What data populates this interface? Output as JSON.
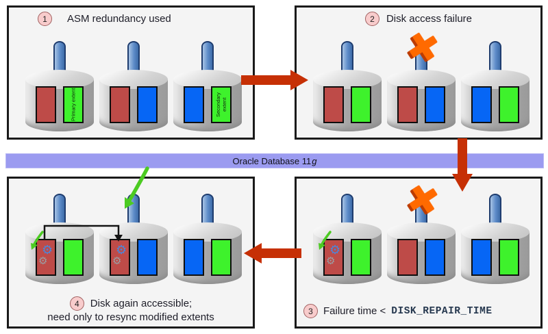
{
  "colors": {
    "panel_bg": "#f4f4f4",
    "banner_bg": "#9b9bf0",
    "arrow_red": "#c63005",
    "extent_red": "#be4b48",
    "extent_green": "#3ef22c",
    "extent_blue": "#0666f5",
    "x_orange": "#ff6a00",
    "x_shadow": "#bc3b00",
    "badge_pink": "#f8cccc",
    "green_arrow": "#4ccb22",
    "gear_blue": "#4c86d9",
    "gear_gray": "#9a9fa4"
  },
  "banner": {
    "label_prefix": "Oracle Database 11",
    "label_italic": "g"
  },
  "panels": [
    {
      "badge": "1",
      "caption": "ASM redundancy  used",
      "disks": [
        {
          "extents": [
            {
              "color": "red"
            },
            {
              "color": "green",
              "label": "Primary extent"
            }
          ]
        },
        {
          "extents": [
            {
              "color": "red"
            },
            {
              "color": "blue"
            }
          ]
        },
        {
          "extents": [
            {
              "color": "blue"
            },
            {
              "color": "green",
              "label": "Secondary extent"
            }
          ]
        }
      ]
    },
    {
      "badge": "2",
      "caption": "Disk access failure",
      "disks": [
        {
          "extents": [
            {
              "color": "red"
            },
            {
              "color": "green"
            }
          ]
        },
        {
          "extents": [
            {
              "color": "red"
            },
            {
              "color": "blue"
            }
          ],
          "marker": "failure-x"
        },
        {
          "extents": [
            {
              "color": "blue"
            },
            {
              "color": "green"
            }
          ]
        }
      ]
    },
    {
      "badge": "3",
      "caption_prefix": "Failure time <",
      "caption_code": "DISK_REPAIR_TIME",
      "disks": [
        {
          "extents": [
            {
              "color": "red",
              "gears": true,
              "check": true
            },
            {
              "color": "green"
            }
          ]
        },
        {
          "extents": [
            {
              "color": "red"
            },
            {
              "color": "blue"
            }
          ],
          "marker": "failure-x"
        },
        {
          "extents": [
            {
              "color": "blue"
            },
            {
              "color": "green"
            }
          ]
        }
      ]
    },
    {
      "badge": "4",
      "caption_line1": "Disk again accessible;",
      "caption_line2": "need only to resync  modified extents",
      "disks": [
        {
          "extents": [
            {
              "color": "red",
              "gears": true,
              "check": true
            },
            {
              "color": "green"
            }
          ]
        },
        {
          "extents": [
            {
              "color": "red",
              "gears": true
            },
            {
              "color": "blue"
            }
          ]
        },
        {
          "extents": [
            {
              "color": "blue"
            },
            {
              "color": "green"
            }
          ]
        }
      ]
    }
  ]
}
